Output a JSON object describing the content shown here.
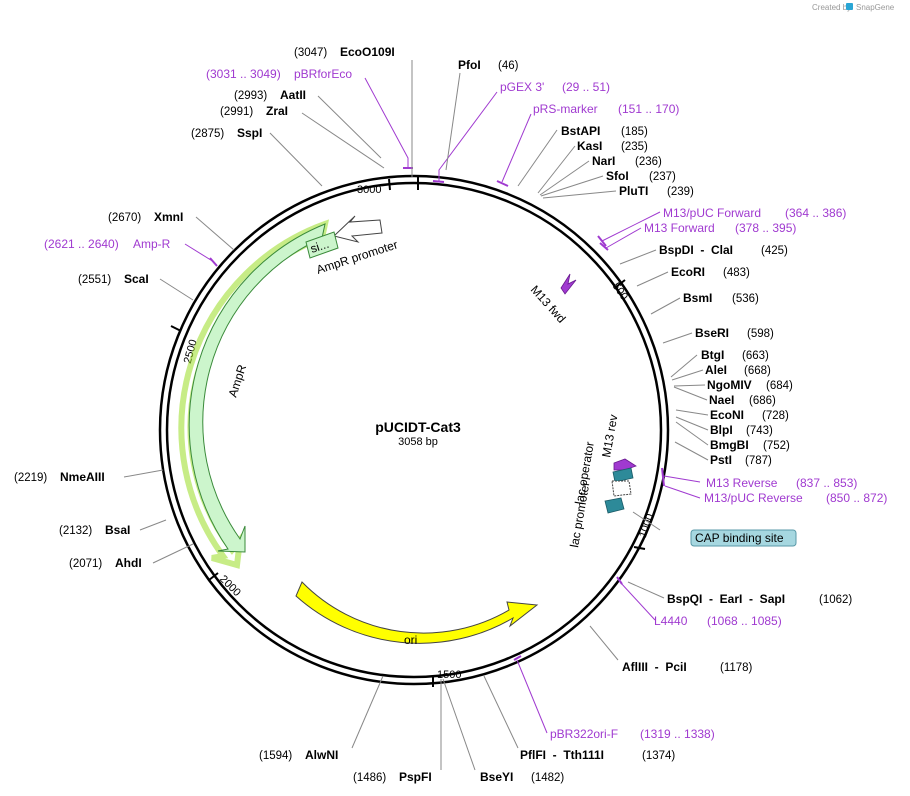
{
  "credit": {
    "prefix": "Created by",
    "brand": "SnapGene"
  },
  "title": "pUCIDT-Cat3",
  "subtitle": "3058 bp",
  "ticks": [
    "500",
    "1000",
    "1500",
    "2000",
    "2500",
    "3000"
  ],
  "sites": [
    {
      "name": "EcoO109I",
      "pos": "(3047)"
    },
    {
      "name": "PfoI",
      "pos": "(46)"
    },
    {
      "name": "AatII",
      "pos": "(2993)"
    },
    {
      "name": "ZraI",
      "pos": "(2991)"
    },
    {
      "name": "SspI",
      "pos": "(2875)"
    },
    {
      "name": "BstAPI",
      "pos": "(185)"
    },
    {
      "name": "KasI",
      "pos": "(235)"
    },
    {
      "name": "NarI",
      "pos": "(236)"
    },
    {
      "name": "SfoI",
      "pos": "(237)"
    },
    {
      "name": "PluTI",
      "pos": "(239)"
    },
    {
      "name": "BspDI  -  ClaI",
      "pos": "(425)"
    },
    {
      "name": "EcoRI",
      "pos": "(483)"
    },
    {
      "name": "BsmI",
      "pos": "(536)"
    },
    {
      "name": "BseRI",
      "pos": "(598)"
    },
    {
      "name": "BtgI",
      "pos": "(663)"
    },
    {
      "name": "AleI",
      "pos": "(668)"
    },
    {
      "name": "NgoMIV",
      "pos": "(684)"
    },
    {
      "name": "NaeI",
      "pos": "(686)"
    },
    {
      "name": "EcoNI",
      "pos": "(728)"
    },
    {
      "name": "BlpI",
      "pos": "(743)"
    },
    {
      "name": "BmgBI",
      "pos": "(752)"
    },
    {
      "name": "PstI",
      "pos": "(787)"
    },
    {
      "name": "BspQI  -  EarI  -  SapI",
      "pos": "(1062)"
    },
    {
      "name": "AflIII  -  PciI",
      "pos": "(1178)"
    },
    {
      "name": "PflFI  -  Tth111I",
      "pos": "(1374)"
    },
    {
      "name": "BseYI",
      "pos": "(1482)"
    },
    {
      "name": "PspFI",
      "pos": "(1486)"
    },
    {
      "name": "AlwNI",
      "pos": "(1594)"
    },
    {
      "name": "AhdI",
      "pos": "(2071)"
    },
    {
      "name": "BsaI",
      "pos": "(2132)"
    },
    {
      "name": "NmeAIII",
      "pos": "(2219)"
    },
    {
      "name": "ScaI",
      "pos": "(2551)"
    },
    {
      "name": "XmnI",
      "pos": "(2670)"
    }
  ],
  "primers": [
    {
      "name": "pBRforEco",
      "range": "(3031 .. 3049)"
    },
    {
      "name": "pGEX 3'",
      "range": "(29 .. 51)"
    },
    {
      "name": "pRS-marker",
      "range": "(151 .. 170)"
    },
    {
      "name": "M13/pUC Forward",
      "range": "(364 .. 386)"
    },
    {
      "name": "M13 Forward",
      "range": "(378 .. 395)"
    },
    {
      "name": "M13 Reverse",
      "range": "(837 .. 853)"
    },
    {
      "name": "M13/pUC Reverse",
      "range": "(850 .. 872)"
    },
    {
      "name": "L4440",
      "range": "(1068 .. 1085)"
    },
    {
      "name": "pBR322ori-F",
      "range": "(1319 .. 1338)"
    },
    {
      "name": "Amp-R",
      "range": "(2621 .. 2640)"
    }
  ],
  "features": {
    "ampr": "AmpR",
    "ampr_promoter": "AmpR promoter",
    "signal": "si...",
    "ori": "ori",
    "m13_fwd": "M13 fwd",
    "m13_rev": "M13 rev",
    "lac_operator": "lac operator",
    "lac_promoter": "lac promoter",
    "cap": "CAP binding site"
  },
  "colors": {
    "backbone": "#000000",
    "ampr_fill": "#ccf5cc",
    "ampr_stroke": "#6cc46c",
    "ampr_highlight": "#99dd22",
    "ori_fill": "#ffff00",
    "primer": "#a03ad0",
    "lac_box": "#2d8a99",
    "cap_box": "#a6d7e0"
  }
}
